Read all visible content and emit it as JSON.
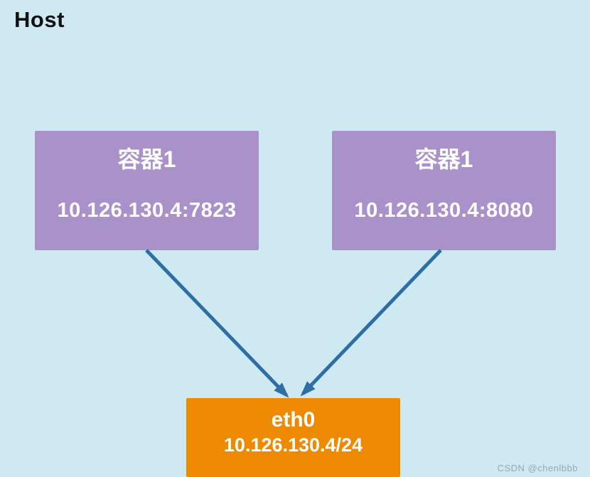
{
  "host_label": "Host",
  "watermark": "CSDN @chenlbbb",
  "colors": {
    "background": "#cee9f2",
    "container_box": "#a992c9",
    "eth_box": "#ee8a02",
    "arrow": "#2d6ea3",
    "node_text": "#ffffff",
    "title_text": "#111111",
    "watermark_text": "#97a9b4"
  },
  "nodes": {
    "container1": {
      "label": "容器1",
      "address": "10.126.130.4:7823"
    },
    "container2": {
      "label": "容器1",
      "address": "10.126.130.4:8080"
    },
    "eth0": {
      "label": "eth0",
      "address": "10.126.130.4/24"
    }
  },
  "edges": [
    {
      "from": "container1",
      "to": "eth0"
    },
    {
      "from": "container2",
      "to": "eth0"
    }
  ]
}
